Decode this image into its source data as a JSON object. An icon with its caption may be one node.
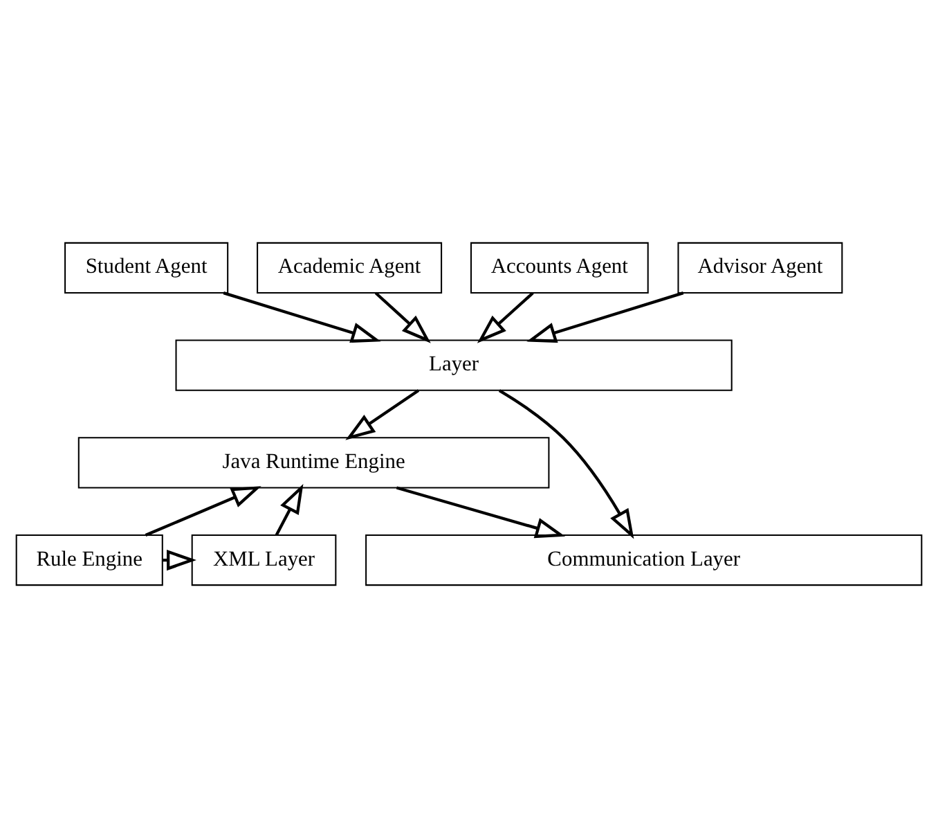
{
  "diagram": {
    "nodes": [
      {
        "text": [
          "Student Agent"
        ]
      },
      {
        "text": [
          "Academic Agent"
        ]
      },
      {
        "text": [
          "Accounts Agent"
        ]
      },
      {
        "text": [
          "Advisor Agent"
        ]
      },
      {
        "text": [
          "Layer"
        ]
      },
      {
        "text": [
          "Java Runtime Engine"
        ]
      },
      {
        "text": [
          "XML Layer"
        ]
      },
      {
        "text": [
          "Rule Engine"
        ]
      },
      {
        "text": [
          "Communication Layer"
        ]
      }
    ],
    "edges": [
      {
        "from": 0,
        "to": 4,
        "arrow": "to"
      },
      {
        "from": 1,
        "to": 4,
        "arrow": "to"
      },
      {
        "from": 2,
        "to": 4,
        "arrow": "to"
      },
      {
        "from": 3,
        "to": 4,
        "arrow": "to"
      },
      {
        "from": 4,
        "to": 5,
        "arrow": "to"
      },
      {
        "from": 4,
        "to": 8,
        "arrow": "to"
      },
      {
        "from": 6,
        "to": 5,
        "arrow": "to"
      },
      {
        "from": 7,
        "to": 5,
        "arrow": "to"
      },
      {
        "from": 7,
        "to": 6,
        "arrow": "to"
      },
      {
        "from": 5,
        "to": 8,
        "arrow": "to"
      }
    ]
  }
}
